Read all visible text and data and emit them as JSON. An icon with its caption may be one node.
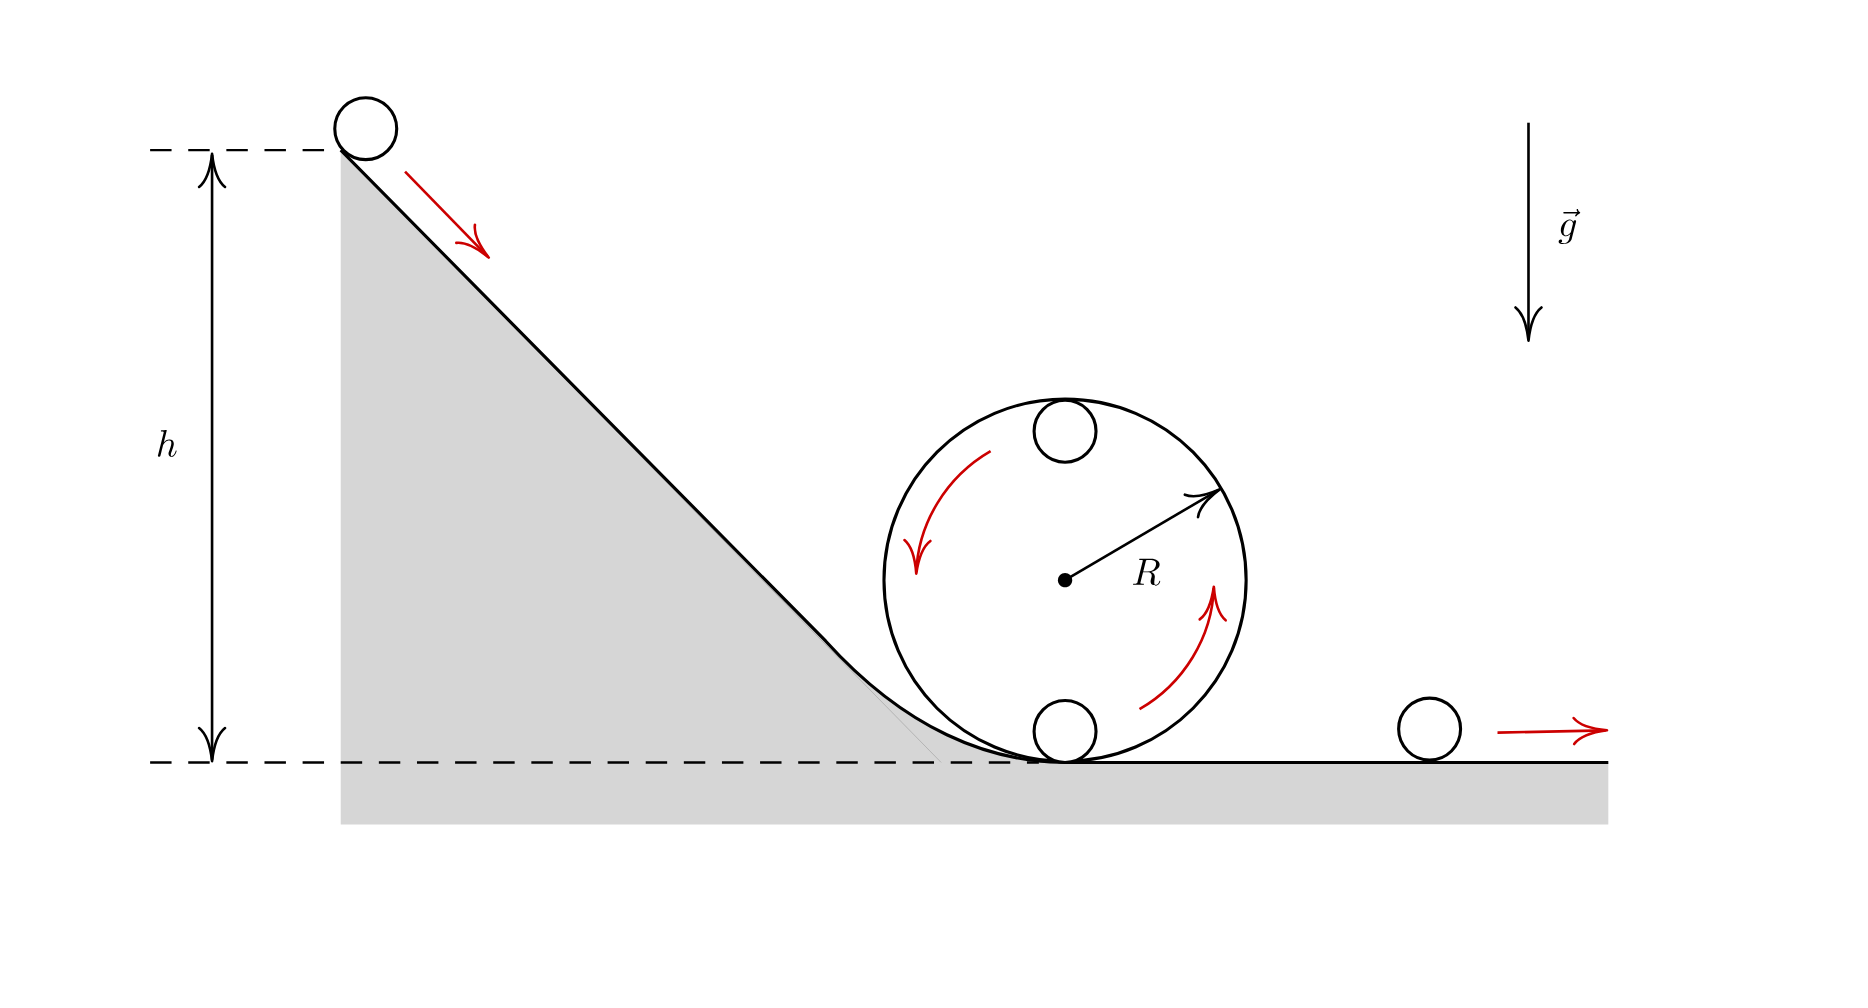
{
  "diagram": {
    "labels": [
      "h",
      "R",
      "\\vec{g}"
    ]
  }
}
